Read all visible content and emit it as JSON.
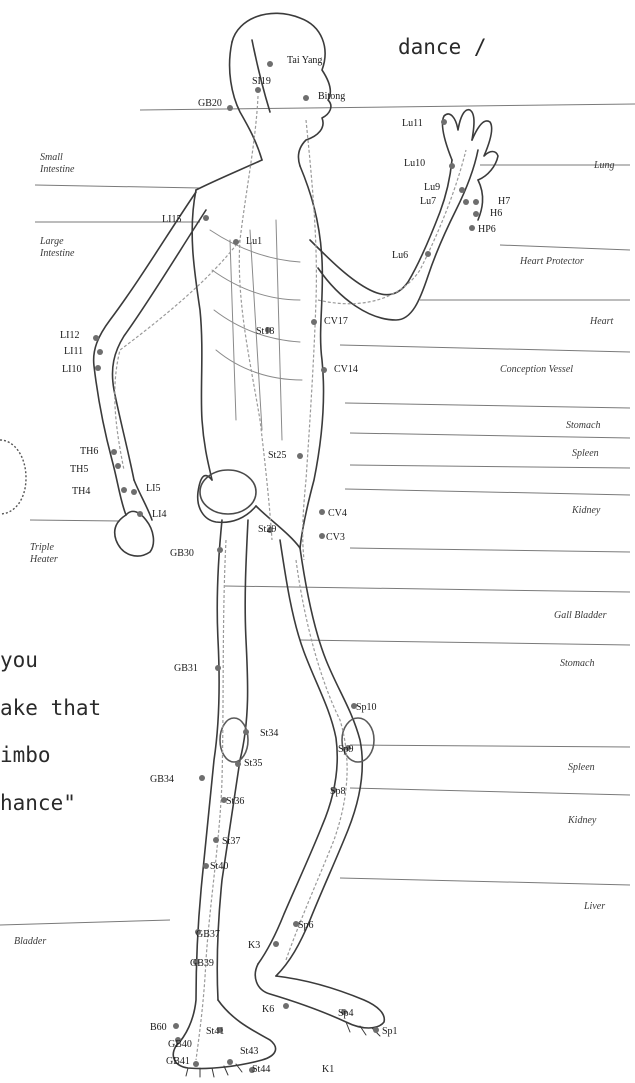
{
  "typewriter": {
    "top": "dance /",
    "line1": "you",
    "line2": "ake that",
    "line3": "imbo",
    "line4": "hance\""
  },
  "meridians": {
    "small_intestine": "Small\nIntestine",
    "large_intestine": "Large\nIntestine",
    "triple_heater": "Triple\nHeater",
    "bladder": "Bladder",
    "lung": "Lung",
    "heart_protector": "Heart Protector",
    "heart": "Heart",
    "conception_vessel": "Conception Vessel",
    "stomach_upper": "Stomach",
    "spleen_upper": "Spleen",
    "kidney_upper": "Kidney",
    "gall_bladder": "Gall Bladder",
    "stomach_lower": "Stomach",
    "spleen_lower": "Spleen",
    "kidney_lower": "Kidney",
    "liver": "Liver"
  },
  "points": {
    "tai_yang": "Tai Yang",
    "si19": "SI19",
    "bitong": "Bitong",
    "gb20": "GB20",
    "lu11": "Lu11",
    "lu10": "Lu10",
    "lu9": "Lu9",
    "lu7": "Lu7",
    "h7": "H7",
    "h6": "H6",
    "hp6": "HP6",
    "lu6": "Lu6",
    "li15": "LI15",
    "lu1": "Lu1",
    "li12": "LI12",
    "li11": "LI11",
    "li10": "LI10",
    "st18": "St18",
    "cv17": "CV17",
    "cv14": "CV14",
    "th6": "TH6",
    "th5": "TH5",
    "th4": "TH4",
    "li5": "LI5",
    "li4": "LI4",
    "st25": "St25",
    "cv4": "CV4",
    "cv3": "CV3",
    "st29": "St29",
    "gb30": "GB30",
    "gb31": "GB31",
    "sp10": "Sp10",
    "st34": "St34",
    "sp9": "Sp9",
    "st35": "St35",
    "gb34": "GB34",
    "sp8": "Sp8",
    "st36": "St36",
    "st37": "St37",
    "st40": "St40",
    "gb37": "GB37",
    "sp6": "Sp6",
    "k3": "K3",
    "gb39": "GB39",
    "b60": "B60",
    "k6": "K6",
    "st41": "St41",
    "gb40": "GB40",
    "sp4": "Sp4",
    "sp1": "Sp1",
    "st43": "St43",
    "gb41": "GB41",
    "st44": "St44",
    "k1": "K1"
  }
}
